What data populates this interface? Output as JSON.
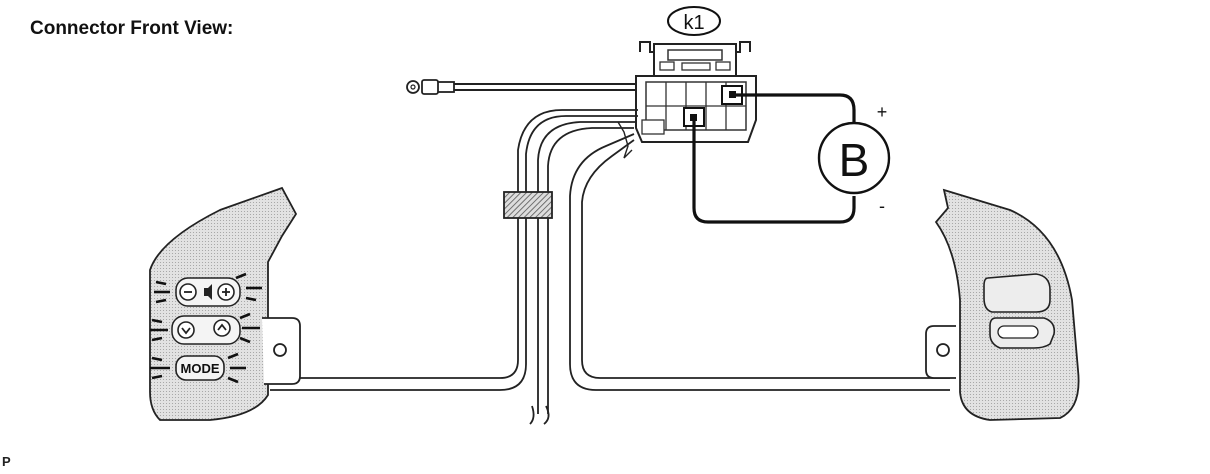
{
  "header": {
    "title": "Connector Front View:"
  },
  "connector": {
    "label": "k1"
  },
  "battery": {
    "label": "B",
    "positive": "+",
    "negative": "-"
  },
  "left_switch": {
    "mode_label": "MODE"
  },
  "corner_mark": "P"
}
